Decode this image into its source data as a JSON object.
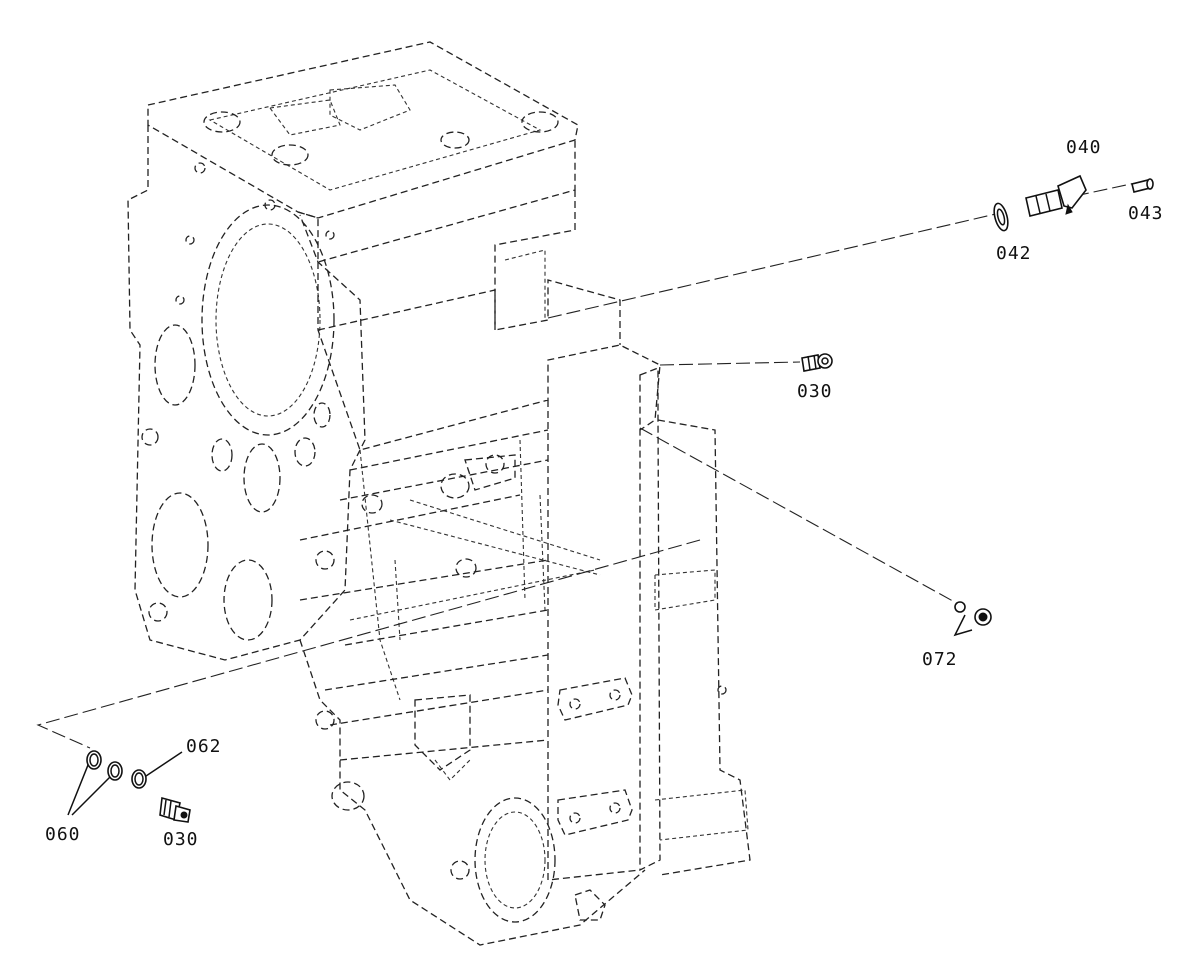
{
  "parts": {
    "p040": "040",
    "p042": "042",
    "p043": "043",
    "p030a": "030",
    "p072": "072",
    "p062": "062",
    "p060": "060",
    "p030b": "030"
  }
}
